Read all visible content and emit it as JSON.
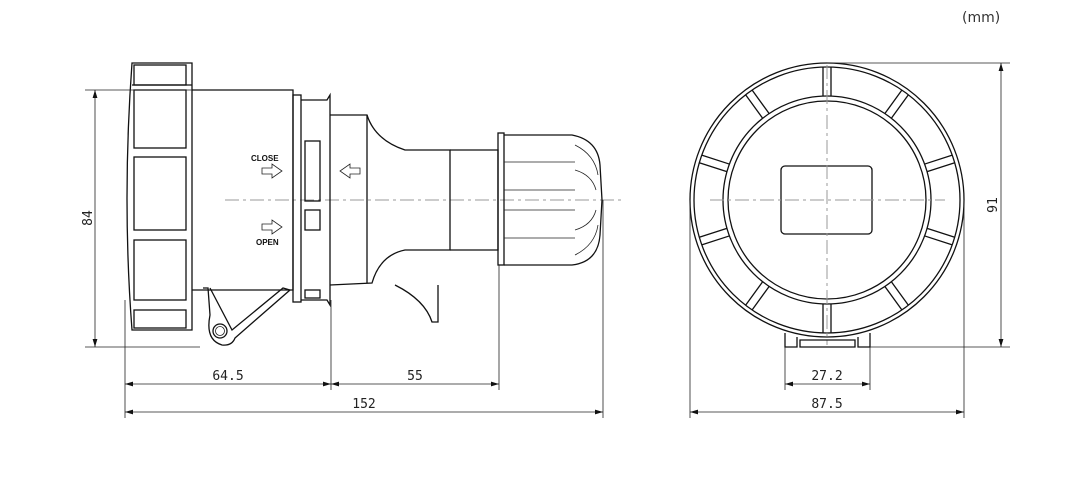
{
  "units": "(mm)",
  "side_view": {
    "labels": {
      "close": "CLOSE",
      "open": "OPEN"
    },
    "dimensions": {
      "height": "84",
      "front": "64.5",
      "middle": "55",
      "total_length": "152"
    }
  },
  "front_view": {
    "dimensions": {
      "height": "91",
      "base_width": "27.2",
      "width": "87.5"
    }
  }
}
